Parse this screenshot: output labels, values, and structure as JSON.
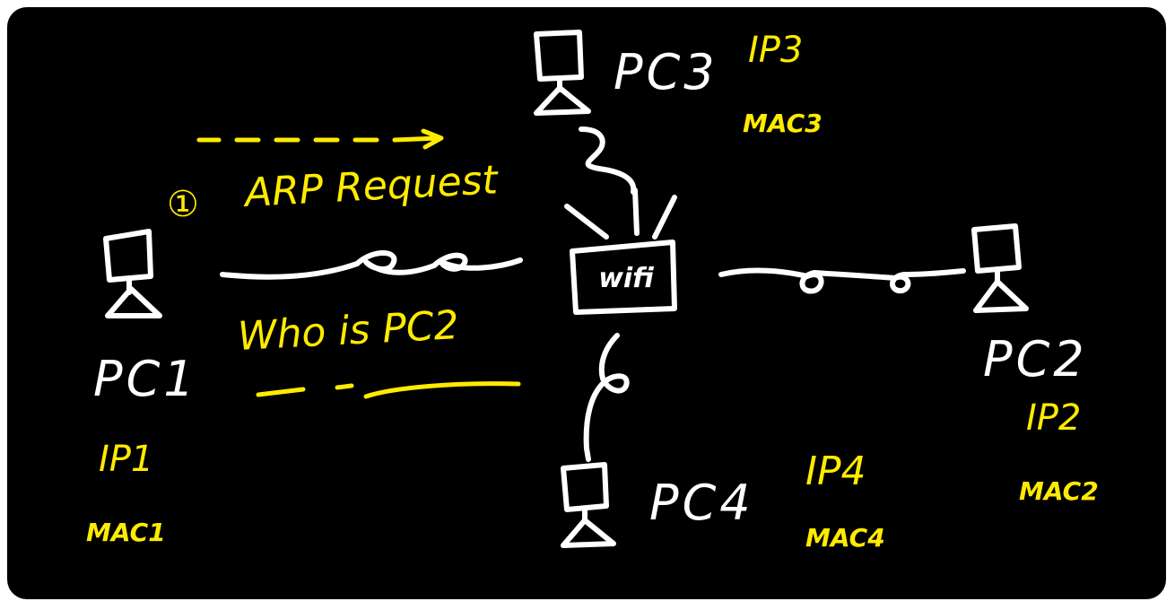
{
  "colors": {
    "background": "#000000",
    "ink": "#ffffff",
    "highlight": "#ffeb00"
  },
  "icons": [
    "computer-icon",
    "router-icon"
  ],
  "nodes": {
    "pc1": {
      "name": "PC1",
      "ip": "IP1",
      "mac": "MAC1"
    },
    "pc2": {
      "name": "PC2",
      "ip": "IP2",
      "mac": "MAC2"
    },
    "pc3": {
      "name": "PC3",
      "ip": "IP3",
      "mac": "MAC3"
    },
    "pc4": {
      "name": "PC4",
      "ip": "IP4",
      "mac": "MAC4"
    }
  },
  "router": {
    "label": "wifi"
  },
  "arp": {
    "step": "①",
    "title": "ARP Request",
    "question": "Who is PC2"
  }
}
